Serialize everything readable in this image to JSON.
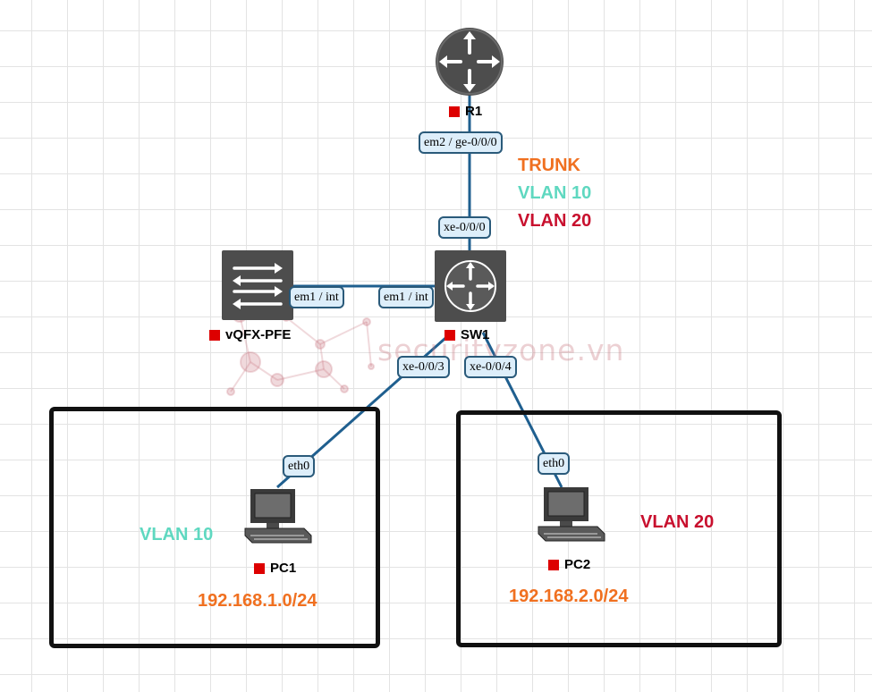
{
  "nodes": {
    "r1": {
      "label": "R1",
      "icon": "router-icon"
    },
    "sw1": {
      "label": "SW1",
      "icon": "switch-router-icon"
    },
    "vqfx": {
      "label": "vQFX-PFE",
      "icon": "switch-icon"
    },
    "pc1": {
      "label": "PC1",
      "icon": "computer-icon"
    },
    "pc2": {
      "label": "PC2",
      "icon": "computer-icon"
    }
  },
  "ports": {
    "r1_sw1_r1": "em2 / ge-0/0/0",
    "r1_sw1_sw1": "xe-0/0/0",
    "vqfx_side": "em1 / int",
    "sw1_side": "em1 / int",
    "sw1_pc1": "xe-0/0/3",
    "sw1_pc2": "xe-0/0/4",
    "pc1_eth": "eth0",
    "pc2_eth": "eth0"
  },
  "trunk": {
    "title": "TRUNK",
    "vlan_a": "VLAN 10",
    "vlan_b": "VLAN 20"
  },
  "zones": {
    "left": {
      "vlan": "VLAN 10",
      "subnet": "192.168.1.0/24"
    },
    "right": {
      "vlan": "VLAN 20",
      "subnet": "192.168.2.0/24"
    }
  },
  "watermark": "securityzone.vn",
  "colors": {
    "trunk": "#f07020",
    "vlan10": "#5fd8c0",
    "vlan20": "#c8102e",
    "subnet": "#f07020",
    "link": "#1f5f8f",
    "status_square": "#dd0000"
  }
}
